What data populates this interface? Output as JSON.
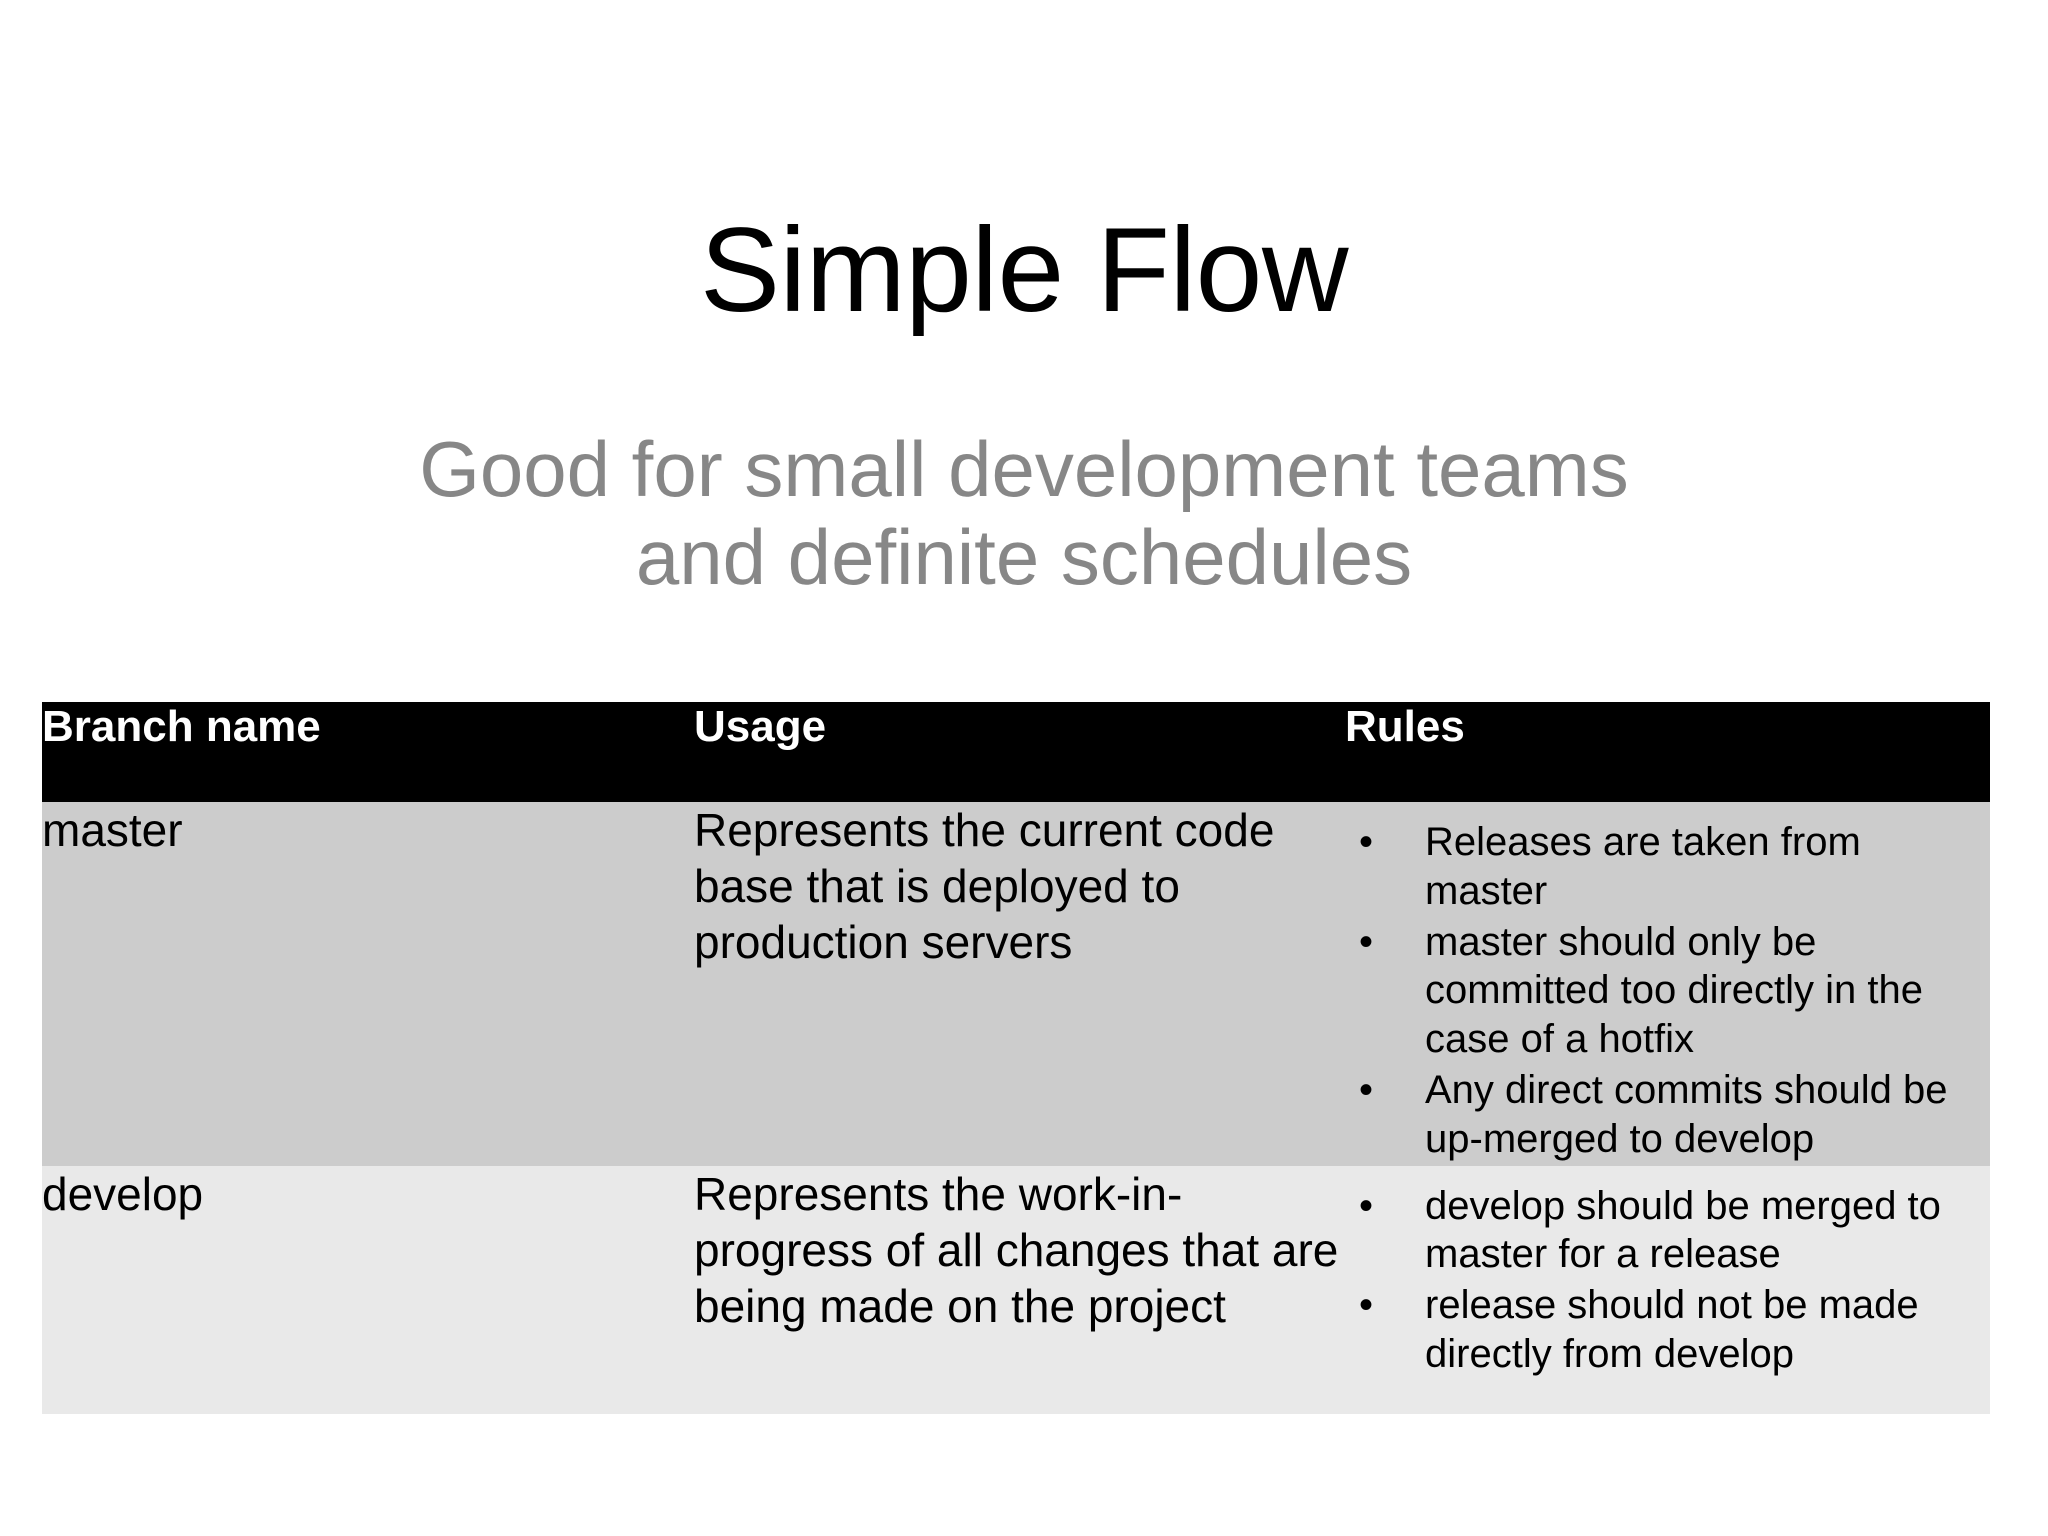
{
  "slide": {
    "title": "Simple Flow",
    "subtitle_lines": [
      "Good for small development teams",
      "and definite schedules"
    ]
  },
  "colors": {
    "background": "#ffffff",
    "title_text": "#000000",
    "subtitle_text": "#878787",
    "header_bg": "#000000",
    "header_text": "#ffffff",
    "row_master_bg": "#cccccc",
    "row_develop_bg": "#e9e9e9",
    "body_text": "#000000",
    "gridline": "#ffffff"
  },
  "table": {
    "headers": {
      "branch_name": "Branch name",
      "usage": "Usage",
      "rules": "Rules"
    },
    "rows": [
      {
        "branch_name": "master",
        "usage": "Represents the current code base that is deployed to production servers",
        "bullet_glyph": "•",
        "rules": [
          "Releases are taken from master",
          "master should only be committed too directly in the case of a hotfix",
          "Any direct commits should be up-merged to develop"
        ]
      },
      {
        "branch_name": "develop",
        "usage": "Represents the work-in-progress of all changes that are being made on the project",
        "bullet_glyph": "•",
        "rules": [
          "develop should be merged to master for a release",
          "release should not be made directly from develop"
        ]
      }
    ]
  }
}
